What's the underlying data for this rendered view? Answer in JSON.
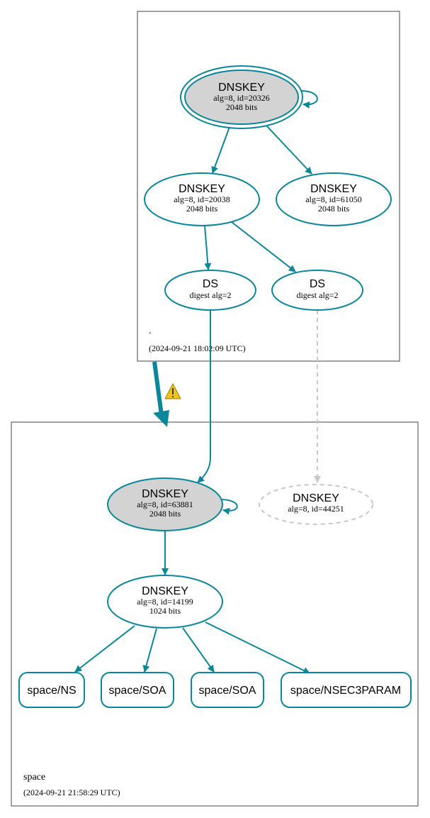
{
  "colors": {
    "edge": "#0a879a",
    "node_stroke": "#0a879a",
    "sep_fill": "#d3d3d3",
    "dashed": "#c8c8c8",
    "cluster": "#444444",
    "warning": "#f0c419"
  },
  "root_zone": {
    "label": ".",
    "timestamp": "(2024-09-21 18:02:09 UTC)",
    "ksk": {
      "title": "DNSKEY",
      "line1": "alg=8, id=20326",
      "line2": "2048 bits"
    },
    "zsk1": {
      "title": "DNSKEY",
      "line1": "alg=8, id=20038",
      "line2": "2048 bits"
    },
    "zsk2": {
      "title": "DNSKEY",
      "line1": "alg=8, id=61050",
      "line2": "2048 bits"
    },
    "ds1": {
      "title": "DS",
      "line1": "digest alg=2"
    },
    "ds2": {
      "title": "DS",
      "line1": "digest alg=2"
    }
  },
  "space_zone": {
    "label": "space",
    "timestamp": "(2024-09-21 21:58:29 UTC)",
    "ksk": {
      "title": "DNSKEY",
      "line1": "alg=8, id=63881",
      "line2": "2048 bits"
    },
    "missing": {
      "title": "DNSKEY",
      "line1": "alg=8, id=44251"
    },
    "zsk": {
      "title": "DNSKEY",
      "line1": "alg=8, id=14199",
      "line2": "1024 bits"
    },
    "rrsets": [
      "space/NS",
      "space/SOA",
      "space/SOA",
      "space/NSEC3PARAM"
    ]
  },
  "warning_icon": "warning-triangle-icon"
}
